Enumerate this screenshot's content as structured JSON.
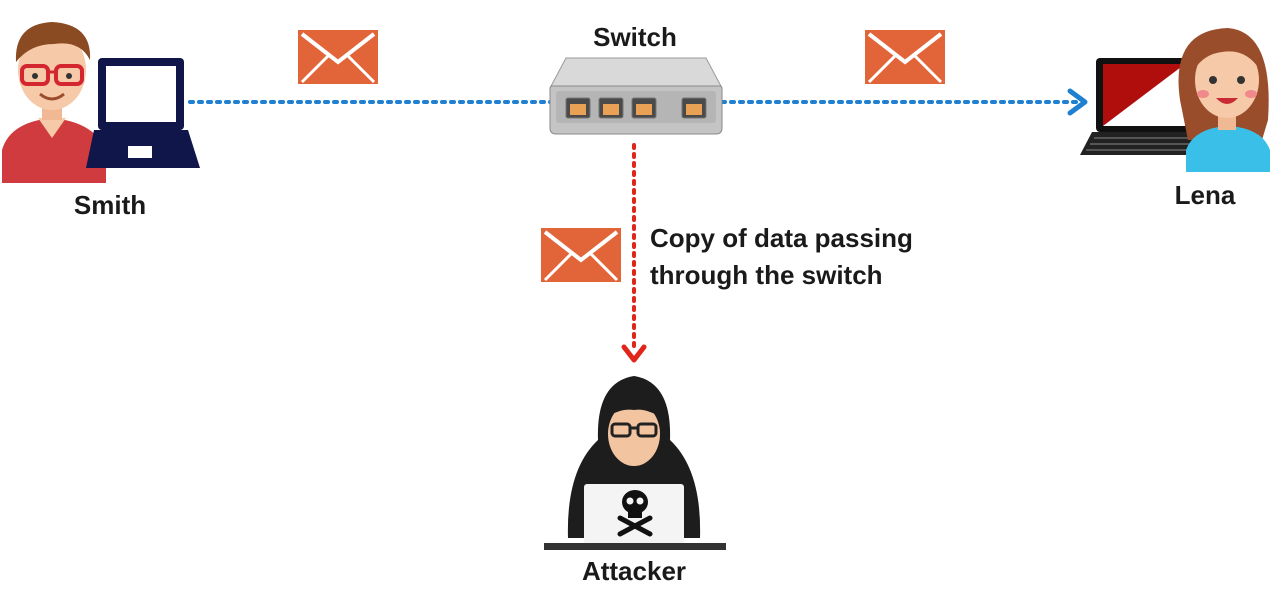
{
  "nodes": {
    "smith": {
      "label": "Smith"
    },
    "switch": {
      "label": "Switch"
    },
    "lena": {
      "label": "Lena"
    },
    "attacker": {
      "label": "Attacker"
    }
  },
  "mirror_caption": {
    "line1": "Copy of data passing",
    "line2": "through the switch"
  },
  "colors": {
    "smith_to_lena_link": "#1f7fd1",
    "mirror_link": "#e0251b",
    "envelope": "#e2653a",
    "envelope_flap": "#ffffff",
    "laptop_dark": "#10154a"
  },
  "icons": [
    "person-male-icon",
    "laptop-icon",
    "switch-icon",
    "person-female-icon",
    "hacker-icon",
    "envelope-icon",
    "skull-icon"
  ]
}
